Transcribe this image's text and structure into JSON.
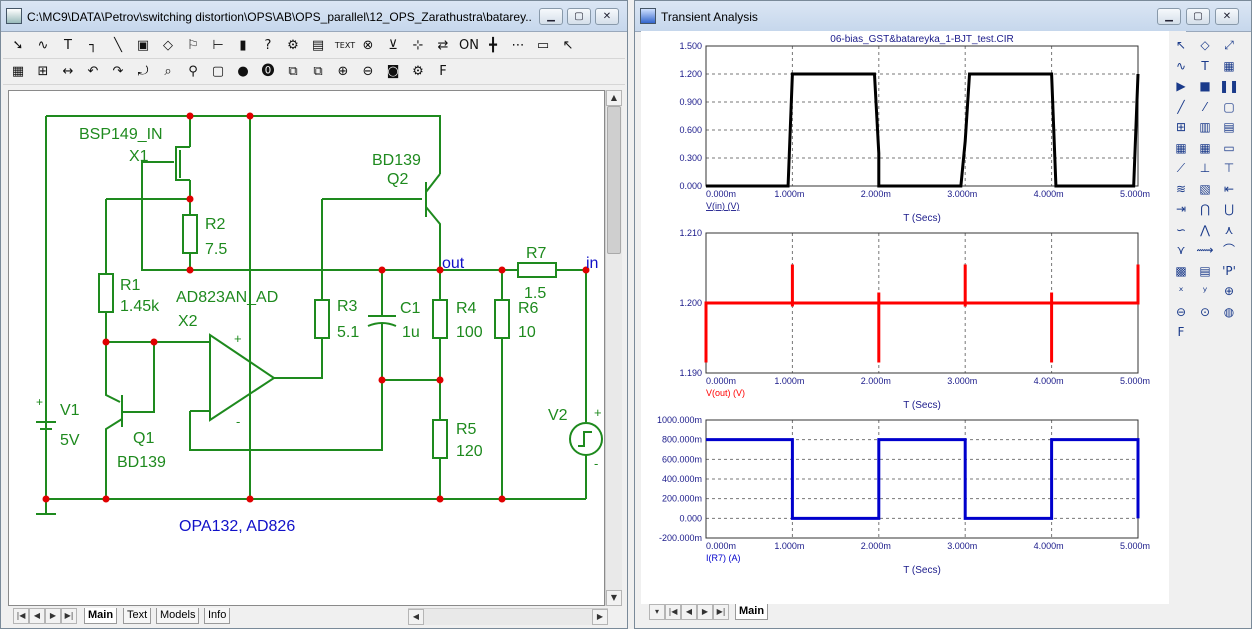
{
  "schematic_window": {
    "title": "C:\\MC9\\DATA\\Petrov\\switching distortion\\OPS\\AB\\OPS_parallel\\12_OPS_Zarathustra\\batarey...",
    "tabs": [
      "Main",
      "Text",
      "Models",
      "Info"
    ],
    "active_tab": "Main",
    "toolbar1": [
      {
        "name": "select-arrow-icon",
        "glyph": "➘"
      },
      {
        "name": "wire-icon",
        "glyph": "∿"
      },
      {
        "name": "text-tool-icon",
        "glyph": "T"
      },
      {
        "name": "orthogonal-wire-icon",
        "glyph": "┐"
      },
      {
        "name": "diagonal-wire-icon",
        "glyph": "╲"
      },
      {
        "name": "bus-icon",
        "glyph": "▣"
      },
      {
        "name": "shape-icon",
        "glyph": "◇"
      },
      {
        "name": "flag-icon",
        "glyph": "⚐"
      },
      {
        "name": "pin-icon",
        "glyph": "⊢"
      },
      {
        "name": "info-icon",
        "glyph": "▮"
      },
      {
        "name": "help-icon",
        "glyph": "?"
      },
      {
        "name": "probe-icon",
        "glyph": "⚙"
      },
      {
        "name": "component-icon",
        "glyph": "▤"
      },
      {
        "name": "text-box-icon",
        "glyph": "TEXT"
      },
      {
        "name": "node-numbers-icon",
        "glyph": "⊗"
      },
      {
        "name": "voltage-icon",
        "glyph": "⊻"
      },
      {
        "name": "grid-icon",
        "glyph": "⊹"
      },
      {
        "name": "pin-connections-icon",
        "glyph": "⇄"
      },
      {
        "name": "attribute-icon",
        "glyph": "ON"
      },
      {
        "name": "cross-icon",
        "glyph": "╋"
      },
      {
        "name": "dots-icon",
        "glyph": "⋯"
      },
      {
        "name": "window-icon",
        "glyph": "▭"
      },
      {
        "name": "cursor-icon",
        "glyph": "↖"
      }
    ],
    "toolbar2": [
      {
        "name": "properties-icon",
        "glyph": "▦"
      },
      {
        "name": "group-icon",
        "glyph": "⊞"
      },
      {
        "name": "move-icon",
        "glyph": "↔"
      },
      {
        "name": "undo-icon",
        "glyph": "↶"
      },
      {
        "name": "redo-icon",
        "glyph": "↷"
      },
      {
        "name": "rotate-icon",
        "glyph": "⤾"
      },
      {
        "name": "find-icon",
        "glyph": "⌕"
      },
      {
        "name": "binoculars-icon",
        "glyph": "⚲"
      },
      {
        "name": "page-icon",
        "glyph": "▢"
      },
      {
        "name": "stop-icon",
        "glyph": "●"
      },
      {
        "name": "pause-icon",
        "glyph": "⓿"
      },
      {
        "name": "copy-icon",
        "glyph": "⧉"
      },
      {
        "name": "paste-icon",
        "glyph": "⧉"
      },
      {
        "name": "zoom-in-icon",
        "glyph": "⊕"
      },
      {
        "name": "zoom-out-icon",
        "glyph": "⊖"
      },
      {
        "name": "camera-icon",
        "glyph": "◙"
      },
      {
        "name": "settings-icon",
        "glyph": "⚙"
      },
      {
        "name": "font-icon",
        "glyph": "F"
      }
    ],
    "labels": {
      "x1_model": "BSP149_IN",
      "x1_ref": "X1",
      "q2_model": "BD139",
      "q2_ref": "Q2",
      "r2_ref": "R2",
      "r2_val": "7.5",
      "r1_ref": "R1",
      "r1_val": "1.45k",
      "x2_model": "AD823AN_AD",
      "x2_ref": "X2",
      "r3_ref": "R3",
      "r3_val": "5.1",
      "c1_ref": "C1",
      "c1_val": "1u",
      "r4_ref": "R4",
      "r4_val": "100",
      "r6_ref": "R6",
      "r6_val": "10",
      "r7_ref": "R7",
      "r7_val": "1.5",
      "r5_ref": "R5",
      "r5_val": "120",
      "v1_ref": "V1",
      "v1_val": "5V",
      "q1_ref": "Q1",
      "q1_model": "BD139",
      "v2_ref": "V2",
      "node_out": "out",
      "node_in": "in",
      "opamp_plus": "+",
      "opamp_minus": "-",
      "v1_plus": "+",
      "v2_plus": "+",
      "v2_minus": "-",
      "note": "OPA132, AD826"
    }
  },
  "analysis_window": {
    "title": "Transient Analysis",
    "file_name": "06-bias_GST&batareyka_1-BJT_test.CIR",
    "tabs": [
      "Main"
    ],
    "active_tab": "Main",
    "side_toolbar": [
      {
        "name": "select-icon",
        "glyph": "↖"
      },
      {
        "name": "tool-icon",
        "glyph": "◇"
      },
      {
        "name": "scale-icon",
        "glyph": "⤢"
      },
      {
        "name": "wave-icon",
        "glyph": "∿"
      },
      {
        "name": "text-icon",
        "glyph": "T"
      },
      {
        "name": "properties-icon",
        "glyph": "▦"
      },
      {
        "name": "run-icon",
        "glyph": "▶"
      },
      {
        "name": "stop-icon",
        "glyph": "■"
      },
      {
        "name": "pause-icon",
        "glyph": "❚❚"
      },
      {
        "name": "line-icon",
        "glyph": "╱"
      },
      {
        "name": "line-dot-icon",
        "glyph": "⁄"
      },
      {
        "name": "frame-icon",
        "glyph": "▢"
      },
      {
        "name": "grid-icon",
        "glyph": "⊞"
      },
      {
        "name": "vertical-grid-icon",
        "glyph": "▥"
      },
      {
        "name": "horizontal-grid-icon",
        "glyph": "▤"
      },
      {
        "name": "minor-grid-icon",
        "glyph": "▦"
      },
      {
        "name": "table-icon",
        "glyph": "▦"
      },
      {
        "name": "baseline-icon",
        "glyph": "▭"
      },
      {
        "name": "tilt-icon",
        "glyph": "⟋"
      },
      {
        "name": "peak-icon",
        "glyph": "⊥"
      },
      {
        "name": "valley-icon",
        "glyph": "⊤"
      },
      {
        "name": "wave-lines-icon",
        "glyph": "≋"
      },
      {
        "name": "chart-icon",
        "glyph": "▧"
      },
      {
        "name": "cursor-left-icon",
        "glyph": "⇤"
      },
      {
        "name": "cursor-right-icon",
        "glyph": "⇥"
      },
      {
        "name": "hump-icon",
        "glyph": "⋂"
      },
      {
        "name": "trough-icon",
        "glyph": "⋃"
      },
      {
        "name": "inflection-icon",
        "glyph": "∽"
      },
      {
        "name": "slope-icon",
        "glyph": "⋀"
      },
      {
        "name": "global-high-icon",
        "glyph": "⋏"
      },
      {
        "name": "global-low-icon",
        "glyph": "⋎"
      },
      {
        "name": "next-icon",
        "glyph": "⟿"
      },
      {
        "name": "curve-icon",
        "glyph": "⌒"
      },
      {
        "name": "color-icon",
        "glyph": "▩"
      },
      {
        "name": "table-list-icon",
        "glyph": "▤"
      },
      {
        "name": "p-icon",
        "glyph": "'P'"
      },
      {
        "name": "x-marker-icon",
        "glyph": "ˣ"
      },
      {
        "name": "y-marker-icon",
        "glyph": "ʸ"
      },
      {
        "name": "zoom-in-icon",
        "glyph": "⊕"
      },
      {
        "name": "zoom-out-icon",
        "glyph": "⊖"
      },
      {
        "name": "zoom-fit-icon",
        "glyph": "⊙"
      },
      {
        "name": "sphere-icon",
        "glyph": "◍"
      },
      {
        "name": "font-icon",
        "glyph": "F"
      }
    ]
  },
  "chart_data": [
    {
      "type": "line",
      "title": "06-bias_GST&batareyka_1-BJT_test.CIR",
      "xlabel": "T (Secs)",
      "ylabel": "",
      "series": [
        {
          "name": "V(in) (V)",
          "color": "#000000",
          "x": [
            0,
            0.00095,
            0.001,
            0.00105,
            0.00195,
            0.002,
            0.002,
            0.00205,
            0.00295,
            0.003,
            0.00305,
            0.00395,
            0.004,
            0.00405,
            0.00495,
            0.005
          ],
          "values": [
            0,
            0,
            1.2,
            1.2,
            1.2,
            0.35,
            0,
            0,
            0,
            0.48,
            1.2,
            1.2,
            1.2,
            0,
            0,
            1.2
          ]
        }
      ],
      "xlim": [
        0,
        0.005
      ],
      "ylim": [
        0,
        1.5
      ],
      "xticks": [
        0,
        0.001,
        0.002,
        0.003,
        0.004,
        0.005
      ],
      "xtick_labels": [
        "0.000m",
        "1.000m",
        "2.000m",
        "3.000m",
        "4.000m",
        "5.000m"
      ],
      "yticks": [
        0,
        0.3,
        0.6,
        0.9,
        1.2,
        1.5
      ],
      "ytick_labels": [
        "0.000",
        "0.300",
        "0.600",
        "0.900",
        "1.200",
        "1.500"
      ],
      "grid": true
    },
    {
      "type": "line",
      "xlabel": "T (Secs)",
      "ylabel": "",
      "series": [
        {
          "name": "V(out) (V)",
          "color": "#ff0000",
          "x": [
            0,
            0,
            0.001,
            0.001,
            0.001,
            0.001,
            0.001,
            0.002,
            0.002,
            0.002,
            0.002,
            0.002,
            0.003,
            0.003,
            0.003,
            0.003,
            0.003,
            0.004,
            0.004,
            0.004,
            0.004,
            0.004,
            0.005,
            0.005
          ],
          "values": [
            1.1915,
            1.2,
            1.2,
            1.2055,
            1.1995,
            1.2,
            1.2,
            1.2,
            1.2015,
            1.1915,
            1.2,
            1.2,
            1.2,
            1.2055,
            1.1995,
            1.2,
            1.2,
            1.2,
            1.2015,
            1.1915,
            1.2,
            1.2,
            1.2,
            1.2055
          ]
        }
      ],
      "xlim": [
        0,
        0.005
      ],
      "ylim": [
        1.19,
        1.21
      ],
      "xticks": [
        0,
        0.001,
        0.002,
        0.003,
        0.004,
        0.005
      ],
      "xtick_labels": [
        "0.000m",
        "1.000m",
        "2.000m",
        "3.000m",
        "4.000m",
        "5.000m"
      ],
      "yticks": [
        1.19,
        1.2,
        1.21
      ],
      "ytick_labels": [
        "1.190",
        "1.200",
        "1.210"
      ],
      "grid": true
    },
    {
      "type": "line",
      "xlabel": "T (Secs)",
      "ylabel": "",
      "series": [
        {
          "name": "I(R7) (A)",
          "color": "#0000cc",
          "x": [
            0,
            0,
            0.001,
            0.001,
            0.002,
            0.002,
            0.002,
            0.003,
            0.003,
            0.003,
            0.004,
            0.004,
            0.005,
            0.005
          ],
          "values": [
            800,
            800,
            800,
            0,
            0,
            700,
            800,
            800,
            480,
            0,
            0,
            800,
            800,
            0
          ]
        }
      ],
      "xlim": [
        0,
        0.005
      ],
      "ylim": [
        -200,
        1000
      ],
      "xticks": [
        0,
        0.001,
        0.002,
        0.003,
        0.004,
        0.005
      ],
      "xtick_labels": [
        "0.000m",
        "1.000m",
        "2.000m",
        "3.000m",
        "4.000m",
        "5.000m"
      ],
      "yticks": [
        -200,
        0,
        200,
        400,
        600,
        800,
        1000
      ],
      "ytick_labels": [
        "-200.000m",
        "0.000",
        "200.000m",
        "400.000m",
        "600.000m",
        "800.000m",
        "1000.000m"
      ],
      "grid": true
    }
  ]
}
